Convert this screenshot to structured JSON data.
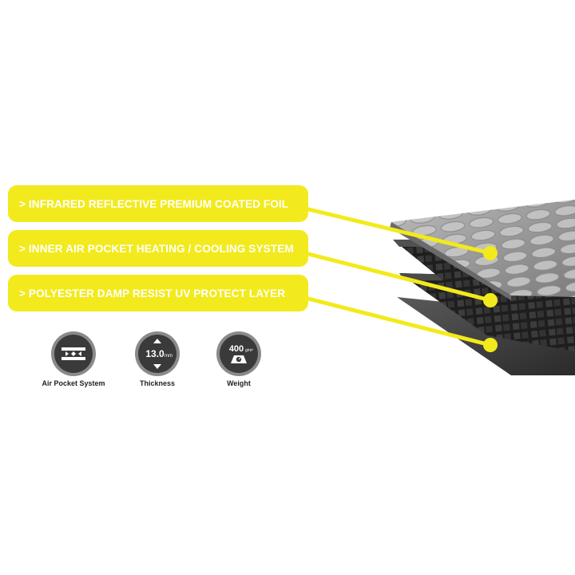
{
  "callouts": [
    {
      "label": "> INFRARED REFLECTIVE PREMIUM COATED FOIL"
    },
    {
      "label": "> INNER AIR POCKET HEATING / COOLING SYSTEM"
    },
    {
      "label": "> POLYESTER DAMP RESIST UV PROTECT LAYER"
    }
  ],
  "features": [
    {
      "label": "Air Pocket System",
      "icon": "air-pocket-icon"
    },
    {
      "label": "Thickness",
      "icon": "thickness-icon",
      "value": "13.0",
      "unit": "mm"
    },
    {
      "label": "Weight",
      "icon": "weight-icon",
      "value": "400",
      "unit": "g/m²"
    }
  ],
  "colors": {
    "accent": "#f2ea1c",
    "icon_dark": "#3a3a3a",
    "icon_ring": "#888888"
  }
}
